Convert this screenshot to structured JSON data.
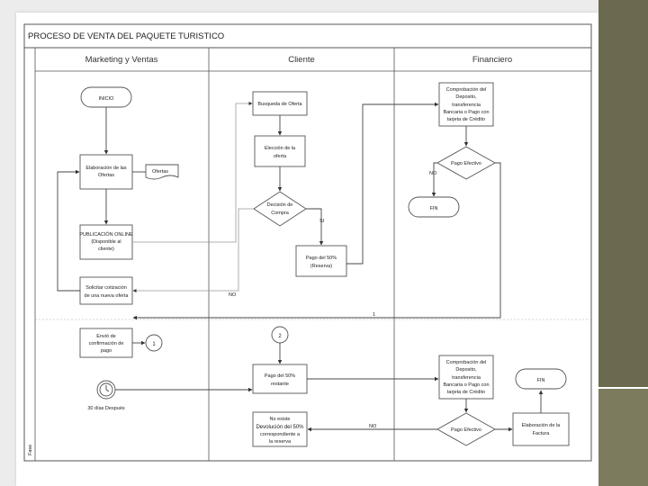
{
  "title": "PROCESO DE VENTA DEL PAQUETE TURISTICO",
  "side_label": "Fase",
  "lanes": [
    "Marketing y Ventas",
    "Cliente",
    "Financiero"
  ],
  "nodes": {
    "inicio": "INICIO",
    "elaboracion": [
      "Elaboración de las",
      "Ofertas"
    ],
    "ofertas_doc": "Ofertas",
    "publicacion": [
      "PUBLICACIÓN ONLINE",
      "(Disponible al",
      "cliente)"
    ],
    "solicitar": [
      "Solicitar cotización",
      "de una nueva oferta"
    ],
    "envio": [
      "Envió de",
      "confirmación de",
      "pago"
    ],
    "connector_1": "1",
    "timer_label": "30 días Después",
    "busqueda": "Busqueda de Oferta",
    "eleccion": [
      "Elección de la",
      "oferta"
    ],
    "decision": [
      "Decisión de",
      "Compra"
    ],
    "pago50": [
      "Pago del 50%",
      "(Reserva)"
    ],
    "connector_2": "2",
    "pago50_rest": [
      "Pago del 50%",
      "restante"
    ],
    "devolucion": [
      "No existe",
      "Devolución del 50%",
      "correspondiente a",
      "la reserva"
    ],
    "comprob_1": [
      "Comprobación del",
      "Deposito,",
      "transferencia",
      "Bancaria o Pago con",
      "tarjeta de Crédito"
    ],
    "pago_efectivo_1": "Pago Efectivo",
    "fin_1": "FIN",
    "comprob_2": [
      "Comprobación del",
      "Deposito,",
      "transferencia",
      "Bancaria o Pago con",
      "tarjeta de Crédito"
    ],
    "pago_efectivo_2": "Pago Efectivo",
    "elab_factura": [
      "Elaboración de la",
      "Factura"
    ],
    "fin_2": "FIN"
  },
  "edge_labels": {
    "si": "SI",
    "no_decision": "NO",
    "no_pago_1": "NO",
    "no_pago_2": "NO",
    "ret_1": "1"
  },
  "colors": {
    "side_band": "#6b6a4e",
    "side_band_low": "#7c7b5e"
  }
}
